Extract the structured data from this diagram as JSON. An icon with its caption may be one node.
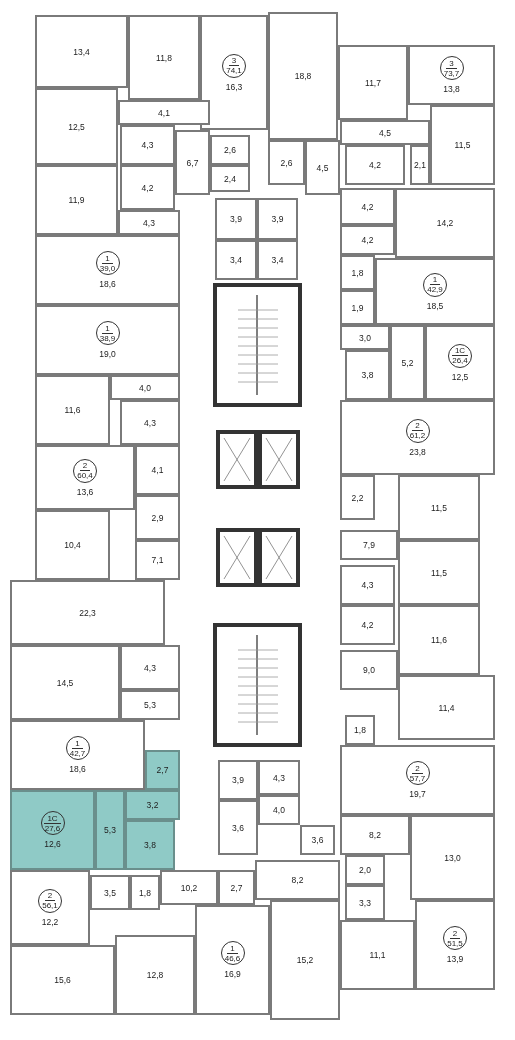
{
  "diagram": {
    "nodes": [
      {
        "text": [
          "13,4"
        ]
      },
      {
        "text": [
          "11,8"
        ]
      },
      {
        "text": [
          "16,3"
        ]
      },
      {
        "text": [
          "3",
          "74,1"
        ],
        "in": 2
      },
      {
        "text": [
          "18,8"
        ]
      },
      {
        "text": [
          "11,7"
        ]
      },
      {
        "text": [
          "13,8"
        ]
      },
      {
        "text": [
          "3",
          "73,7"
        ],
        "in": 6
      },
      {
        "text": [
          "12,5"
        ]
      },
      {
        "text": [
          "4,1"
        ]
      },
      {
        "text": [
          "4,3"
        ]
      },
      {
        "text": [
          "6,7"
        ]
      },
      {
        "text": [
          "2,6"
        ]
      },
      {
        "text": [
          "2,4"
        ]
      },
      {
        "text": [
          "2,6"
        ]
      },
      {
        "text": [
          "4,5"
        ]
      },
      {
        "text": [
          "4,5"
        ]
      },
      {
        "text": [
          "11,5"
        ]
      },
      {
        "text": [
          "4,2"
        ]
      },
      {
        "text": [
          "2,1"
        ]
      },
      {
        "text": [
          "11,9"
        ]
      },
      {
        "text": [
          "4,2"
        ]
      },
      {
        "text": [
          "4,3"
        ]
      },
      {
        "text": [
          "3,9"
        ]
      },
      {
        "text": [
          "3,9"
        ]
      },
      {
        "text": [
          "4,2"
        ]
      },
      {
        "text": [
          "14,2"
        ]
      },
      {
        "text": [
          "3,4"
        ]
      },
      {
        "text": [
          "3,4"
        ]
      },
      {
        "text": [
          "4,2"
        ]
      },
      {
        "text": [
          "18,6"
        ]
      },
      {
        "text": [
          "1",
          "39,0"
        ],
        "in": 30
      },
      {
        "text": [
          "1,8"
        ]
      },
      {
        "text": [
          "18,5"
        ]
      },
      {
        "text": [
          "1",
          "42,9"
        ],
        "in": 33
      },
      {
        "text": [
          "1,9"
        ]
      },
      {
        "text": [
          "19,0"
        ]
      },
      {
        "text": [
          "1",
          "38,9"
        ],
        "in": 36
      },
      {
        "text": [
          "3,0"
        ]
      },
      {
        "text": [
          "5,2"
        ]
      },
      {
        "text": [
          "12,5"
        ]
      },
      {
        "text": [
          "1C",
          "26,4"
        ],
        "in": 40
      },
      {
        "text": [
          "3,8"
        ]
      },
      {
        "text": [
          "4,0"
        ]
      },
      {
        "text": [
          "11,6"
        ]
      },
      {
        "text": [
          "4,3"
        ]
      },
      {
        "text": [
          "23,8"
        ]
      },
      {
        "text": [
          "2",
          "61,2"
        ],
        "in": 46
      },
      {
        "text": [
          "13,6"
        ]
      },
      {
        "text": [
          "2",
          "60,4"
        ],
        "in": 48
      },
      {
        "text": [
          "4,1"
        ]
      },
      {
        "text": [
          "2,2"
        ]
      },
      {
        "text": [
          "11,5"
        ]
      },
      {
        "text": [
          "2,9"
        ]
      },
      {
        "text": [
          "10,4"
        ]
      },
      {
        "text": [
          "7,9"
        ]
      },
      {
        "text": [
          "7,1"
        ]
      },
      {
        "text": [
          "11,5"
        ]
      },
      {
        "text": [
          "4,3"
        ]
      },
      {
        "text": [
          "22,3"
        ]
      },
      {
        "text": [
          "4,2"
        ]
      },
      {
        "text": [
          "11,6"
        ]
      },
      {
        "text": [
          "14,5"
        ]
      },
      {
        "text": [
          "4,3"
        ]
      },
      {
        "text": [
          "9,0"
        ]
      },
      {
        "text": [
          "11,4"
        ]
      },
      {
        "text": [
          "5,3"
        ]
      },
      {
        "text": [
          "1,8"
        ]
      },
      {
        "text": [
          "18,6"
        ]
      },
      {
        "text": [
          "1",
          "42,7"
        ],
        "in": 68
      },
      {
        "text": [
          "19,7"
        ]
      },
      {
        "text": [
          "2",
          "57,7"
        ],
        "in": 70
      },
      {
        "text": [
          "2,7"
        ]
      },
      {
        "text": [
          "3,9"
        ]
      },
      {
        "text": [
          "4,3"
        ]
      },
      {
        "text": [
          "12,6"
        ]
      },
      {
        "text": [
          "1C",
          "27,6"
        ],
        "in": 75
      },
      {
        "text": [
          "5,3"
        ]
      },
      {
        "text": [
          "3,2"
        ]
      },
      {
        "text": [
          "4,0"
        ]
      },
      {
        "text": [
          "3,6"
        ]
      },
      {
        "text": [
          "8,2"
        ]
      },
      {
        "text": [
          "13,0"
        ]
      },
      {
        "text": [
          "3,8"
        ]
      },
      {
        "text": [
          "3,6"
        ]
      },
      {
        "text": [
          "2,0"
        ]
      },
      {
        "text": [
          "8,2"
        ]
      },
      {
        "text": [
          "12,2"
        ]
      },
      {
        "text": [
          "2",
          "56,1"
        ],
        "in": 87
      },
      {
        "text": [
          "10,2"
        ]
      },
      {
        "text": [
          "2,7"
        ]
      },
      {
        "text": [
          "3,5"
        ]
      },
      {
        "text": [
          "1,8"
        ]
      },
      {
        "text": [
          "3,3"
        ]
      },
      {
        "text": [
          "13,9"
        ]
      },
      {
        "text": [
          "2",
          "51,5"
        ],
        "in": 94
      },
      {
        "text": [
          "15,2"
        ]
      },
      {
        "text": [
          "16,9"
        ]
      },
      {
        "text": [
          "1",
          "46,6"
        ],
        "in": 97
      },
      {
        "text": [
          "11,1"
        ]
      },
      {
        "text": [
          "12,8"
        ]
      },
      {
        "text": [
          "15,6"
        ]
      }
    ]
  }
}
